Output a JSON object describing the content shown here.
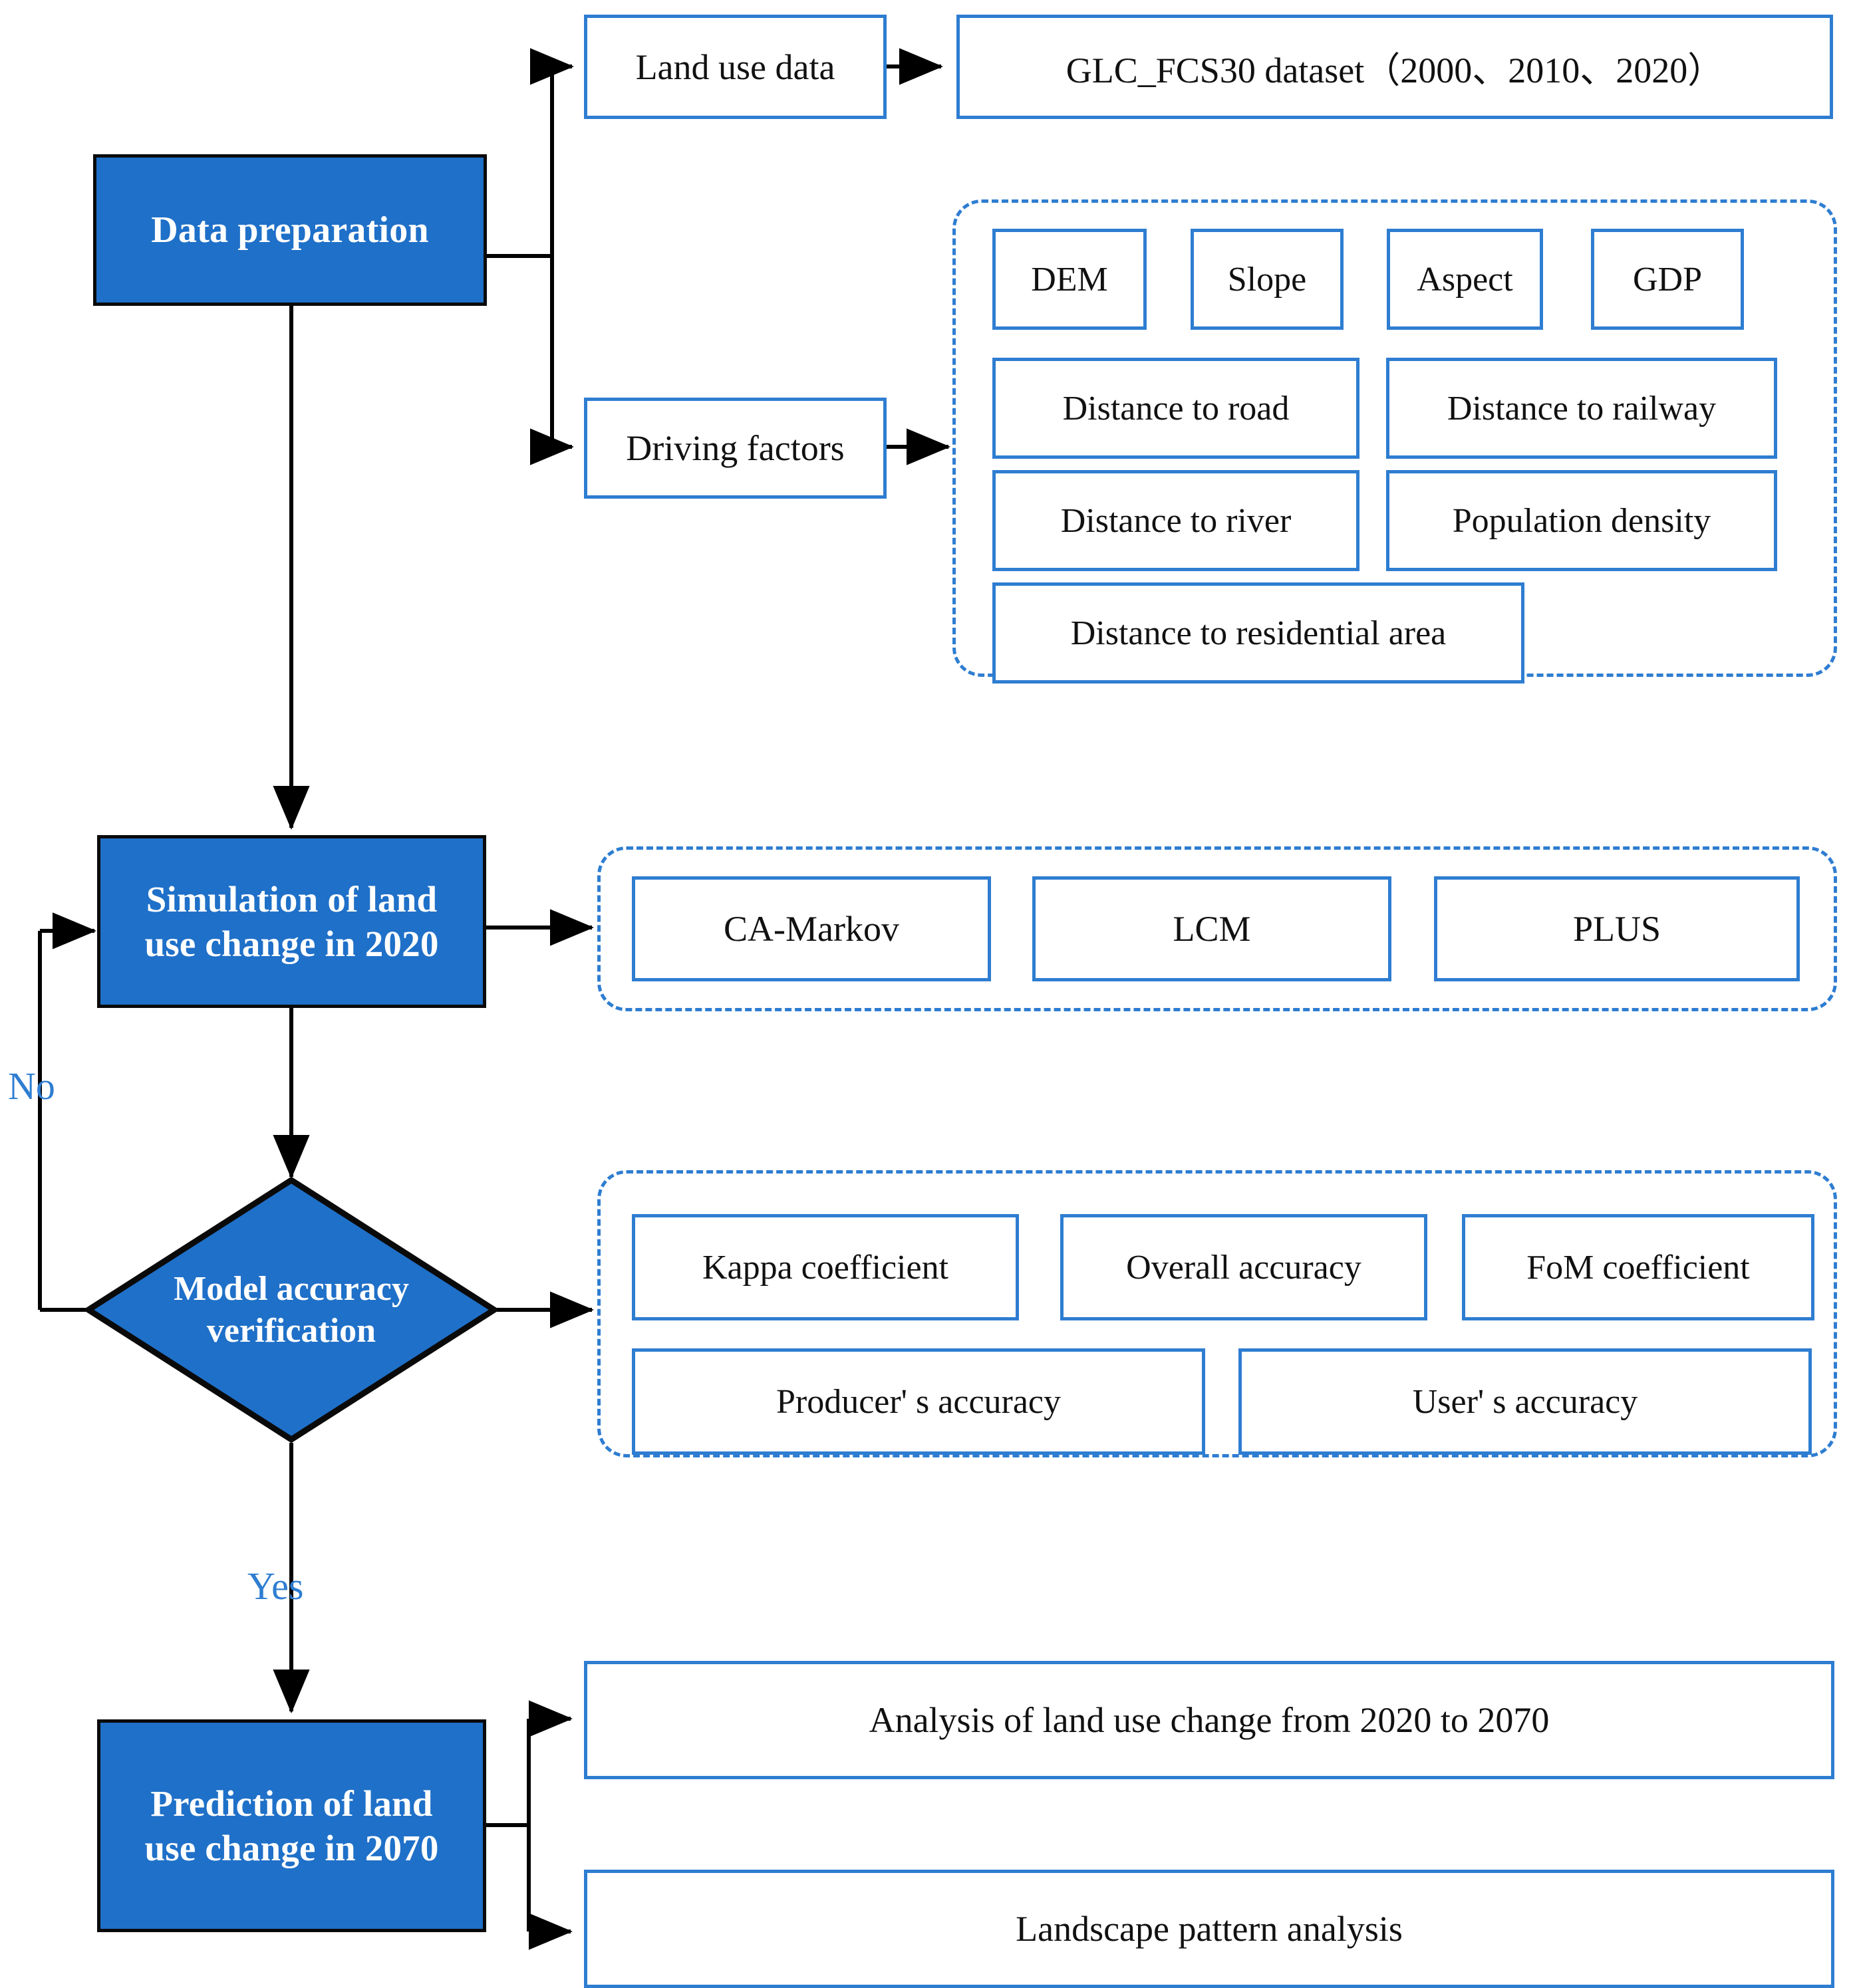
{
  "diagram": {
    "title": "Land use change simulation and prediction workflow",
    "colors": {
      "process_fill": "#1F70C8",
      "process_border": "#0A0A0A",
      "box_border": "#2E7DD1",
      "dashed_border": "#2E7DD1",
      "edge_label": "#2E7DD1",
      "wire": "#000000",
      "text": "#111111",
      "process_text": "#FFFFFF"
    }
  },
  "stages": {
    "data_preparation": {
      "label": "Data preparation"
    },
    "simulation": {
      "label": "Simulation of land\nuse change in 2020",
      "line1": "Simulation of land",
      "line2": "use change in 2020"
    },
    "verification": {
      "label": "Model accuracy\nverification",
      "line1": "Model accuracy",
      "line2": "verification"
    },
    "prediction": {
      "label": "Prediction of land\nuse change in 2070",
      "line1": "Prediction of land",
      "line2": "use change in 2070"
    }
  },
  "data_inputs": {
    "land_use_data": "Land use data",
    "glc_dataset": "GLC_FCS30 dataset（2000、2010、2020）",
    "driving_factors": "Driving factors"
  },
  "driving_factor_items": [
    "DEM",
    "Slope",
    "Aspect",
    "GDP",
    "Distance to road",
    "Distance to railway",
    "Distance to river",
    "Population density",
    "Distance to residential area"
  ],
  "models": [
    "CA-Markov",
    "LCM",
    "PLUS"
  ],
  "accuracy_metrics": [
    "Kappa  coefficient",
    "Overall accuracy",
    "FoM  coefficient",
    "Producer' s accuracy",
    "User' s accuracy"
  ],
  "outputs": [
    "Analysis of land use change from 2020 to 2070",
    "Landscape pattern analysis"
  ],
  "edge_labels": {
    "no": "No",
    "yes": "Yes"
  }
}
